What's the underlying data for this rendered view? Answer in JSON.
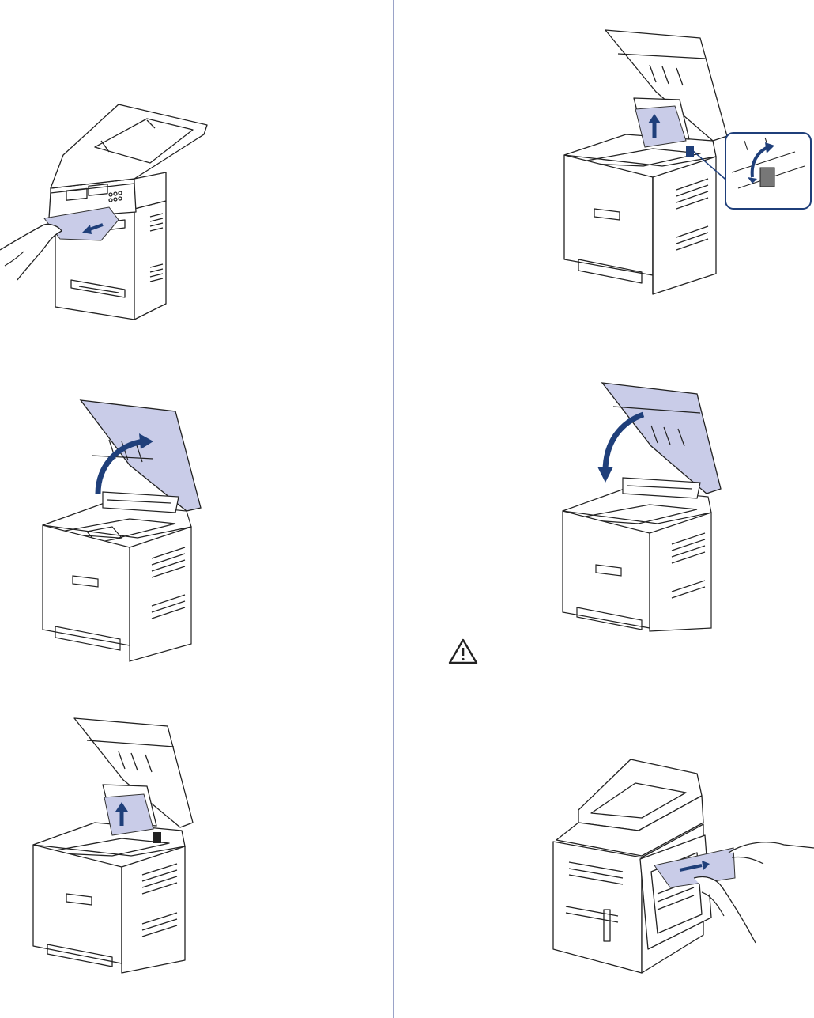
{
  "page": {
    "column_divider": true
  },
  "figures": [
    {
      "id": "pull-paper-front",
      "icon": "printer-front-hand-pull-paper",
      "arrow_color": "#1f3f7a",
      "paper_color": "#c9cce8"
    },
    {
      "id": "remove-paper-top-arrow",
      "icon": "printer-open-lid-paper-up",
      "arrow_color": "#1f3f7a",
      "paper_color": "#c9cce8",
      "callout": "lever-rotate-detail",
      "callout_border": "#1f3f7a"
    },
    {
      "id": "open-scanner-lid",
      "icon": "printer-lid-open-arrow",
      "arrow_color": "#1f3f7a",
      "lid_color": "#c9cce8"
    },
    {
      "id": "close-scanner-lid",
      "icon": "printer-lid-close-arrow",
      "arrow_color": "#1f3f7a",
      "lid_color": "#c9cce8"
    },
    {
      "id": "remove-paper-top",
      "icon": "printer-open-lid-paper-up",
      "arrow_color": "#1f3f7a",
      "paper_color": "#c9cce8"
    },
    {
      "id": "pull-paper-rear",
      "icon": "printer-rear-hands-pull-paper",
      "arrow_color": "#1f3f7a",
      "paper_color": "#c9cce8"
    }
  ],
  "caution": {
    "icon": "caution-triangle-icon"
  }
}
